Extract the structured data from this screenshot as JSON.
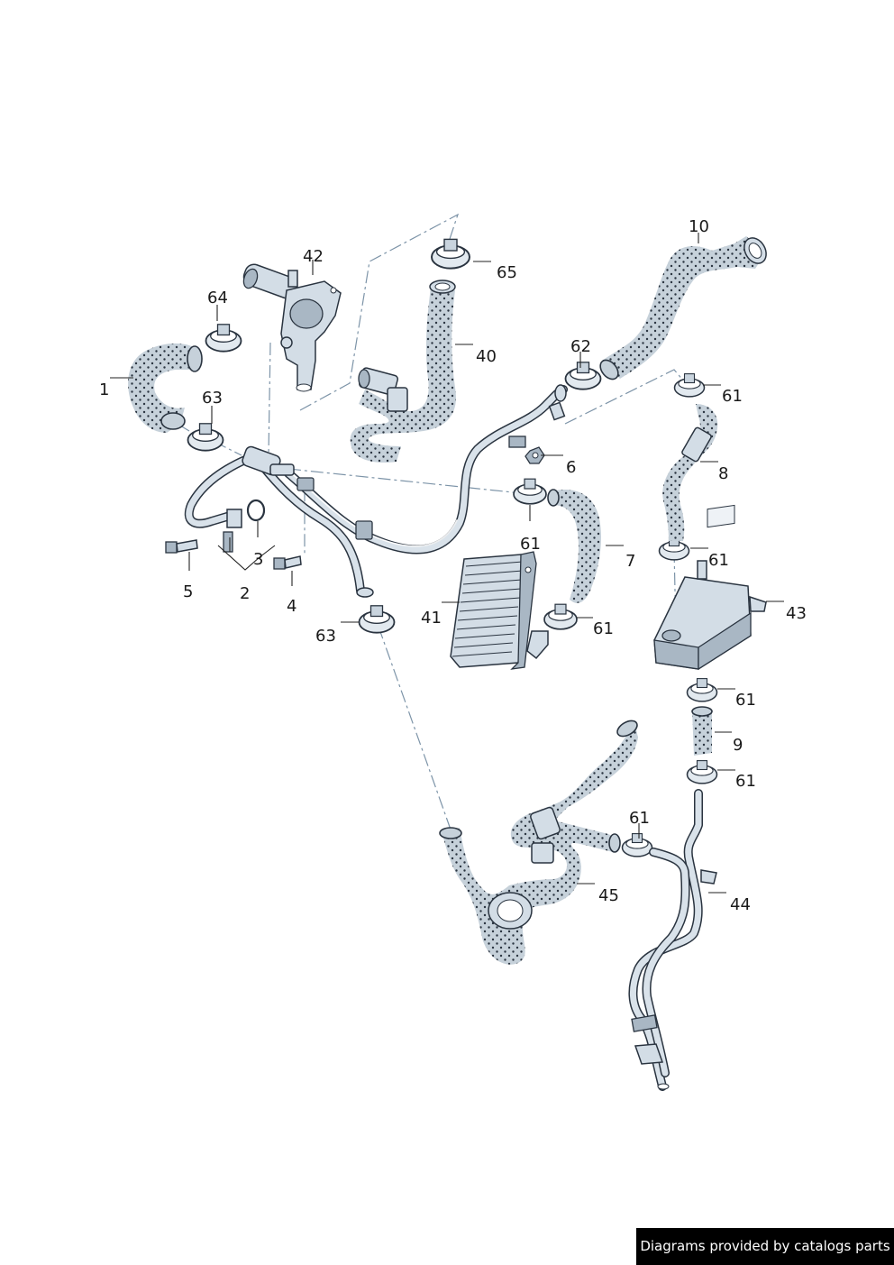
{
  "credit": "Diagrams provided by catalogs parts",
  "labels": {
    "l1": "1",
    "l2": "2",
    "l3": "3",
    "l4": "4",
    "l5": "5",
    "l6": "6",
    "l7": "7",
    "l8": "8",
    "l9": "9",
    "l10": "10",
    "l40": "40",
    "l41": "41",
    "l42": "42",
    "l43": "43",
    "l44": "44",
    "l45": "45",
    "l61": "61",
    "l62": "62",
    "l63": "63",
    "l64": "64",
    "l65": "65"
  },
  "colors": {
    "hose": "#c6d1da",
    "outline": "#2a3440",
    "dash": "#7d94a8",
    "credit_bg": "#000000"
  }
}
